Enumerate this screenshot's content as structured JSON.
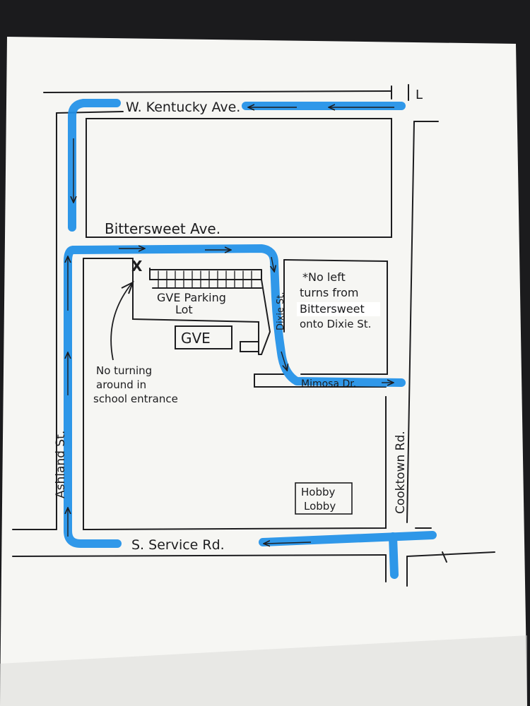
{
  "colors": {
    "frame": "#1b1b1d",
    "paper": "#f6f6f3",
    "ink": "#1d1d1f",
    "route": "#1e8fe8"
  },
  "streets": {
    "kentucky": "W. Kentucky Ave.",
    "bittersweet": "Bittersweet Ave.",
    "ashland": "Ashland St.",
    "dixie": "Dixie St.",
    "mimosa": "Mimosa Dr.",
    "cooktown": "Cooktown Rd.",
    "service": "S. Service Rd.",
    "corner_mark": "L"
  },
  "places": {
    "parking_line1": "GVE Parking",
    "parking_line2": "Lot",
    "school": "GVE",
    "hobby_line1": "Hobby",
    "hobby_line2": "Lobby"
  },
  "notes": {
    "entrance_mark": "X",
    "no_turn_line1": "No turning",
    "no_turn_line2": "around in",
    "no_turn_line3": "school entrance",
    "no_left_line1": "*No left",
    "no_left_line2": "turns from",
    "no_left_line3": "Bittersweet",
    "no_left_line4": "onto Dixie St."
  }
}
